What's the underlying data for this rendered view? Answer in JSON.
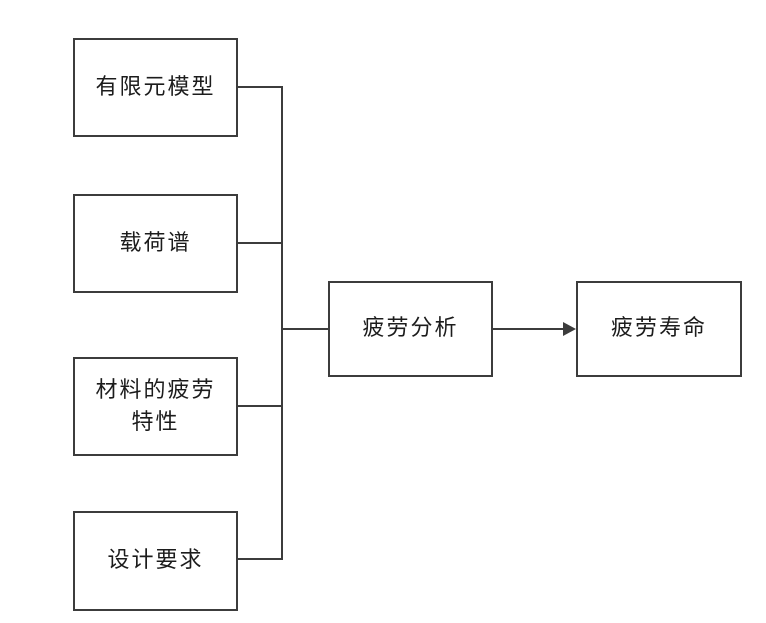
{
  "diagram": {
    "background_color": "#ffffff",
    "line_color": "#3c3c3c",
    "text_color": "#1c1c1c",
    "nodes": [
      {
        "id": "finite-element-model",
        "label": "有限元模型"
      },
      {
        "id": "load-spectrum",
        "label": "载荷谱"
      },
      {
        "id": "material-fatigue-properties",
        "label": "材料的疲劳\n特性"
      },
      {
        "id": "design-requirements",
        "label": "设计要求"
      },
      {
        "id": "fatigue-analysis",
        "label": "疲劳分析"
      },
      {
        "id": "fatigue-life",
        "label": "疲劳寿命"
      }
    ]
  }
}
